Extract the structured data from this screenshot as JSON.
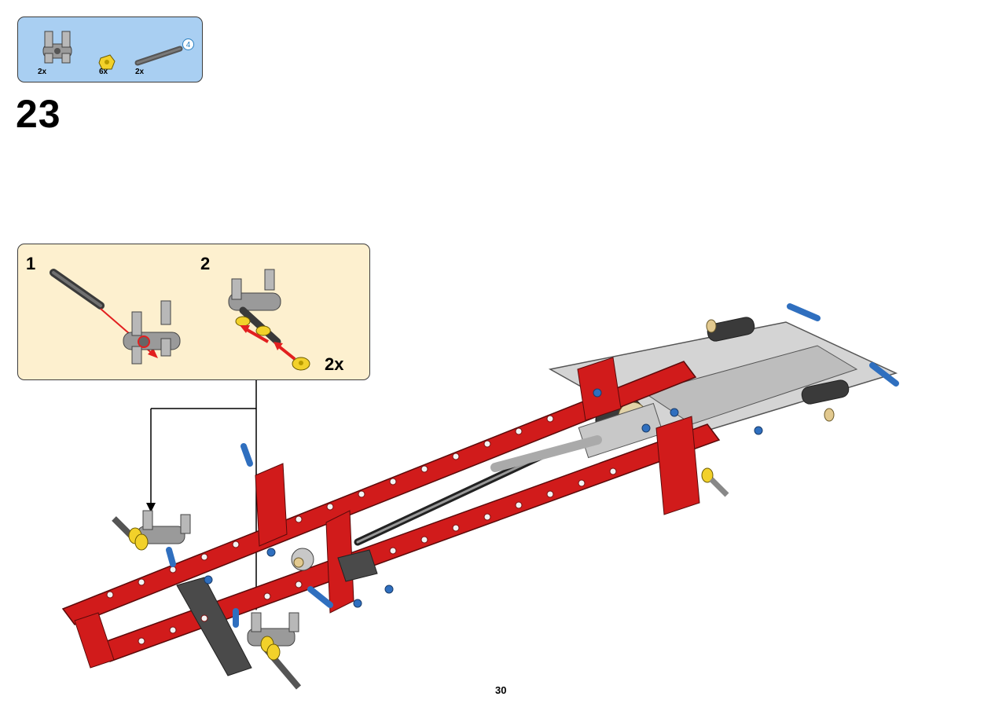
{
  "parts_list": {
    "items": [
      {
        "name": "double-pin-connector",
        "quantity": "2x"
      },
      {
        "name": "bush",
        "quantity": "6x"
      },
      {
        "name": "axle-4",
        "quantity": "2x",
        "length": "4"
      }
    ]
  },
  "step": {
    "number": "23"
  },
  "sub_assembly": {
    "steps": [
      {
        "number": "1"
      },
      {
        "number": "2",
        "quantity": "2x"
      }
    ]
  },
  "page": {
    "number": "30"
  },
  "colors": {
    "parts_bg": "#a9cff2",
    "sub_bg": "#fdf0cf",
    "beam_red": "#d11b1b",
    "beam_grey": "#c8c8c8",
    "pin_blue": "#2f6fbf",
    "bush_yellow": "#f2d12a",
    "arrow_red": "#e21f1f"
  }
}
